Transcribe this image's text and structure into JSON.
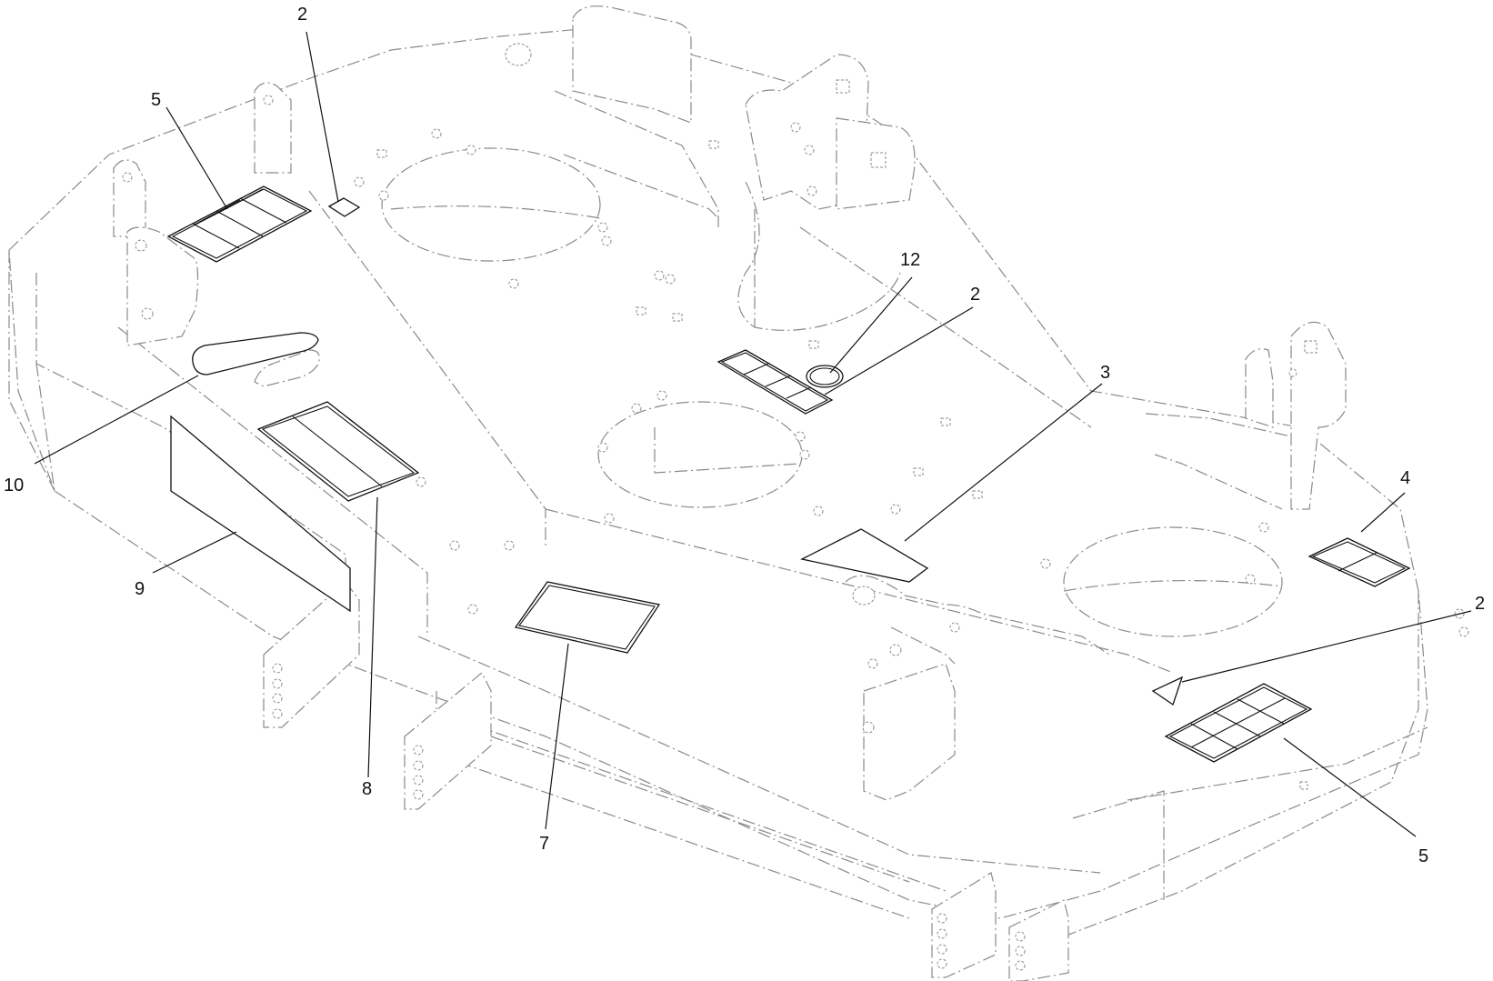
{
  "callouts": {
    "c2a": "2",
    "c5a": "5",
    "c12": "12",
    "c2b": "2",
    "c3": "3",
    "c10": "10",
    "c4": "4",
    "c9": "9",
    "c8": "8",
    "c2c": "2",
    "c7": "7",
    "c5b": "5"
  },
  "colors": {
    "decal_line": "#111111",
    "phantom_line": "#8a8a8a",
    "background": "#ffffff"
  }
}
